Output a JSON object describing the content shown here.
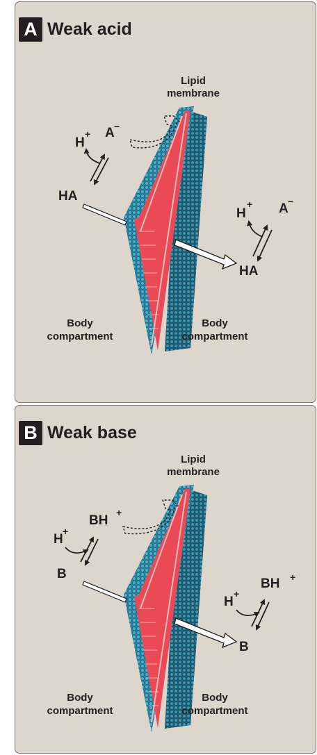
{
  "panels": [
    {
      "badge": "A",
      "title": "Weak acid",
      "membrane_label": [
        "Lipid",
        "membrane"
      ],
      "left": {
        "proton": "H",
        "proton_charge": "+",
        "anion": "A",
        "anion_charge": "−",
        "neutral": "HA",
        "compartment": [
          "Body",
          "compartment"
        ]
      },
      "right": {
        "proton": "H",
        "proton_charge": "+",
        "anion": "A",
        "anion_charge": "−",
        "neutral": "HA",
        "compartment": [
          "Body",
          "compartment"
        ]
      }
    },
    {
      "badge": "B",
      "title": "Weak base",
      "membrane_label": [
        "Lipid",
        "membrane"
      ],
      "left": {
        "proton": "H",
        "proton_charge": "+",
        "conjugate": "BH",
        "conjugate_charge": "+",
        "neutral": "B",
        "compartment": [
          "Body",
          "compartment"
        ]
      },
      "right": {
        "proton": "H",
        "proton_charge": "+",
        "conjugate": "BH",
        "conjugate_charge": "+",
        "neutral": "B",
        "compartment": [
          "Body",
          "compartment"
        ]
      }
    }
  ],
  "colors": {
    "panel_bg": "#ddd6cc",
    "panel_border": "#7c7670",
    "headgroup": "#3aa7c4",
    "lipid_tail": "#ea4a55",
    "tail_core": "#f8b8b8",
    "membrane_back": "#2f6f86",
    "arrow_fill": "#ffffff",
    "ink": "#231f20"
  }
}
